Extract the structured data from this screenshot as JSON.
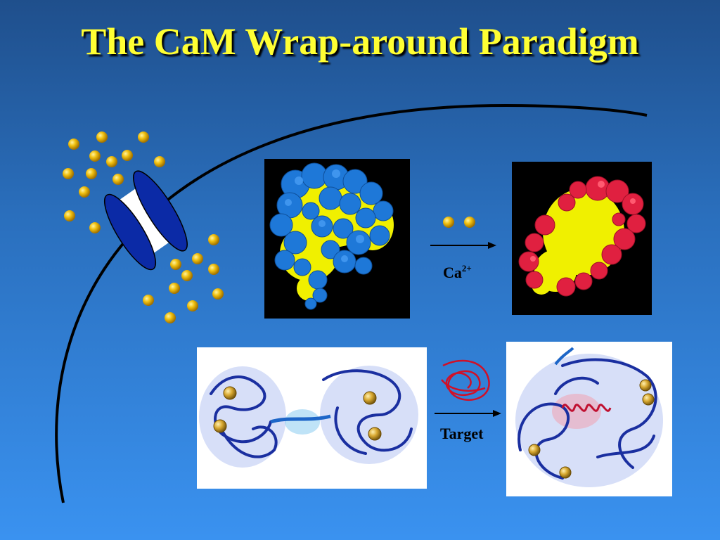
{
  "title": "The CaM Wrap-around Paradigm",
  "labels": {
    "ca_base": "Ca",
    "ca_charge": "2+",
    "target": "Target"
  },
  "colors": {
    "title": "#ffff33",
    "ion": "#e6b800",
    "channel": "#0b2aa6",
    "apo_surface": "#1e78d8",
    "holo_surface": "#e02040",
    "hydrophobic": "#f0f000",
    "ribbon": "#1a2fa0",
    "target_peptide": "#d01028"
  },
  "icons": {
    "ion_channel": "ion-channel-icon",
    "calcium_ion": "calcium-ion-icon",
    "arrow": "arrow-right-icon"
  }
}
